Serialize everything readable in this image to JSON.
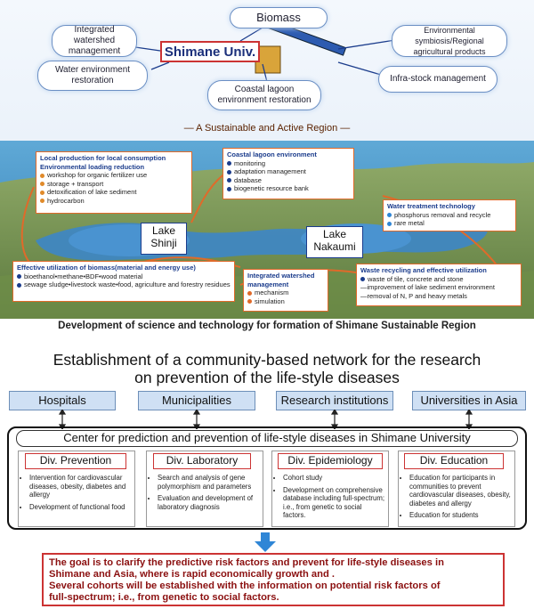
{
  "top_panel": {
    "university": "Shimane Univ.",
    "clouds": {
      "biomass": "Biomass",
      "integrated_watershed": "Integrated watershed management",
      "environmental_symbiosis": "Environmental symbiosis/Regional agricultural products",
      "water_environment": "Water environment restoration",
      "infra_stock": "Infra-stock management",
      "coastal_lagoon": "Coastal lagoon environment restoration"
    },
    "region_banner": "— A Sustainable and Active Region —",
    "boxes": {
      "local_production": {
        "title1": "Local production for local consumption",
        "title2": "Environmental loading reduction",
        "items": [
          "workshop for organic fertilizer use",
          "storage + transport",
          "detoxification of lake sediment",
          "hydrocarbon"
        ]
      },
      "coastal_env": {
        "title": "Coastal lagoon environment",
        "items": [
          "monitoring",
          "adaptation management",
          "database",
          "biogenetic resource bank"
        ]
      },
      "water_treatment": {
        "title": "Water treatment technology",
        "items": [
          "phosphorus removal and recycle",
          "rare metal"
        ]
      },
      "biomass_use": {
        "title": "Effective utilization of biomass(material and energy use)",
        "items": [
          "bioethanol•methane•BDF•wood material",
          "sewage sludge•livestock waste•food, agriculture and forestry residues"
        ]
      },
      "watershed": {
        "title1": "Integrated watershed",
        "title2": "management",
        "items": [
          "mechanism",
          "simulation"
        ]
      },
      "waste": {
        "title": "Waste recycling and effective utilization",
        "items": [
          "waste of tile, concrete and stone",
          "improvement of lake sediment environment",
          "removal of  N, P and heavy metals"
        ]
      }
    },
    "lakes": {
      "shinji_1": "Lake",
      "shinji_2": "Shinji",
      "nakaumi_1": "Lake",
      "nakaumi_2": "Nakaumi"
    },
    "caption": "Development of science and technology for formation of Shimane Sustainable Region"
  },
  "network": {
    "title_line1": "Establishment of a community-based network for the research",
    "title_line2": "on prevention of the life-style diseases",
    "partners": [
      "Hospitals",
      "Municipalities",
      "Research institutions",
      "Universities in Asia"
    ],
    "center_title": "Center for prediction and prevention of life-style diseases in Shimane University",
    "divisions": [
      {
        "name": "Div. Prevention",
        "items": [
          "Intervention for cardiovascular diseases, obesity, diabetes and allergy",
          "Development of functional food"
        ]
      },
      {
        "name": "Div. Laboratory",
        "items": [
          "Search and analysis of gene polymorphism and parameters",
          "Evaluation and development of laboratory diagnosis"
        ]
      },
      {
        "name": "Div. Epidemiology",
        "items": [
          "Cohort study",
          "Development on comprehensive database including full-spectrum; i.e., from genetic to social factors."
        ]
      },
      {
        "name": "Div. Education",
        "items": [
          "Education for participants in communities to prevent cardiovascular diseases, obesity, diabetes and allergy",
          "Education for students"
        ]
      }
    ],
    "goal_line1": "The goal is to clarify the predictive risk factors and prevent for life-style diseases in",
    "goal_line2": "Shimane and Asia, where is rapid economically growth and .",
    "goal_line3": "Several cohorts will be established with the information on potential risk factors of",
    "goal_line4": "full-spectrum; i.e., from genetic to social factors."
  },
  "colors": {
    "accent_red": "#cc3333",
    "navy": "#1b3c8c",
    "partner_fill": "#cfe0f4",
    "arrow_blue": "#2f86d6"
  }
}
